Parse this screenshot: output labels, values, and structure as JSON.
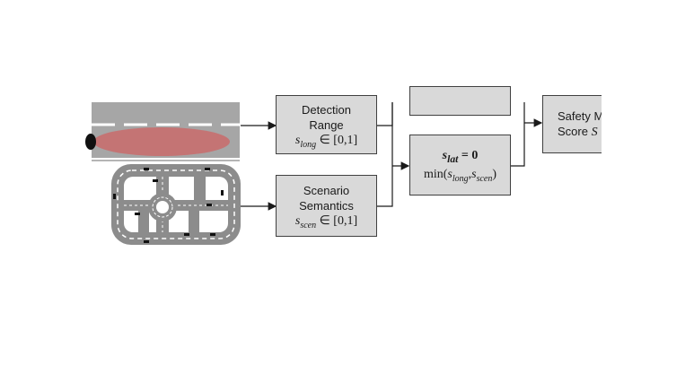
{
  "colors": {
    "box_fill": "#d9d9d9",
    "box_border": "#404040",
    "road": "#a6a6a6",
    "ellipse": "#c96b6b"
  },
  "detection": {
    "line1": "Detection",
    "line2": "Range",
    "var": "s",
    "sub": "long",
    "range": "∈ [0,1]"
  },
  "scenario": {
    "line1": "Scenario",
    "line2": "Semantics",
    "var": "s",
    "sub": "scen",
    "range": "∈ [0,1]"
  },
  "fusion": {
    "eq_var": "s",
    "eq_sub": "lat",
    "eq_rest": " = 0",
    "min_fn": "min(",
    "arg1": "s",
    "arg1_sub": "long",
    "sep": ",",
    "arg2": "s",
    "arg2_sub": "scen",
    "close": ")"
  },
  "output": {
    "line1": "Safety M",
    "line2_text": "Score ",
    "line2_var": "S",
    "line2_sym": " ∈"
  },
  "icons": {
    "highway": "highway-detection-icon",
    "roadmap": "road-network-map-icon"
  }
}
